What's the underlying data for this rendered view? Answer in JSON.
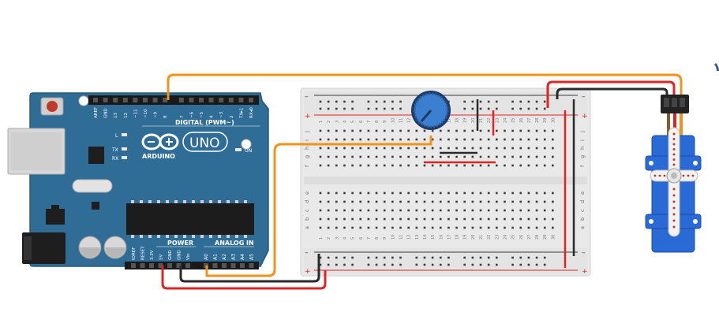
{
  "arduino": {
    "brand": "ARDUINO",
    "model": "UNO",
    "digital_label": "DIGITAL (PWM~)",
    "power_label": "POWER",
    "analog_label": "ANALOG IN",
    "on_label": "ON",
    "l_label": "L",
    "tx_label": "TX",
    "rx_label": "RX",
    "digital_pins": [
      "AREF",
      "GND",
      "13",
      "12",
      "~11",
      "~10",
      "~9",
      "8",
      "7",
      "~6",
      "~5",
      "4",
      "~3",
      "2",
      "TX▸1",
      "RX◂0"
    ],
    "power_pins": [
      "IOREF",
      "RESET",
      "3.3V",
      "5V",
      "GND",
      "GND",
      "Vin"
    ],
    "analog_pins": [
      "A0",
      "A1",
      "A2",
      "A3",
      "A4",
      "A5"
    ]
  },
  "breadboard": {
    "row_letters_top": [
      "j",
      "i",
      "h",
      "g",
      "f"
    ],
    "row_letters_bottom": [
      "e",
      "d",
      "c",
      "b",
      "a"
    ],
    "plus_sign": "+",
    "minus_sign": "–",
    "column_numbers": [
      "1",
      "2",
      "3",
      "4",
      "5",
      "6",
      "7",
      "8",
      "9",
      "10",
      "11",
      "12",
      "13",
      "14",
      "15",
      "16",
      "17",
      "18",
      "19",
      "20",
      "21",
      "22",
      "23",
      "24",
      "25",
      "26",
      "27",
      "28",
      "29",
      "30"
    ]
  },
  "colors": {
    "arduino_board": "#2f6d97",
    "arduino_dark": "#1f4f73",
    "breadboard": "#e9e9e9",
    "wire_orange": "#f0921b",
    "wire_red": "#e02424",
    "wire_black": "#2a2a2a",
    "servo_blue": "#2a6ad6",
    "pot_blue": "#3b7fd0"
  }
}
